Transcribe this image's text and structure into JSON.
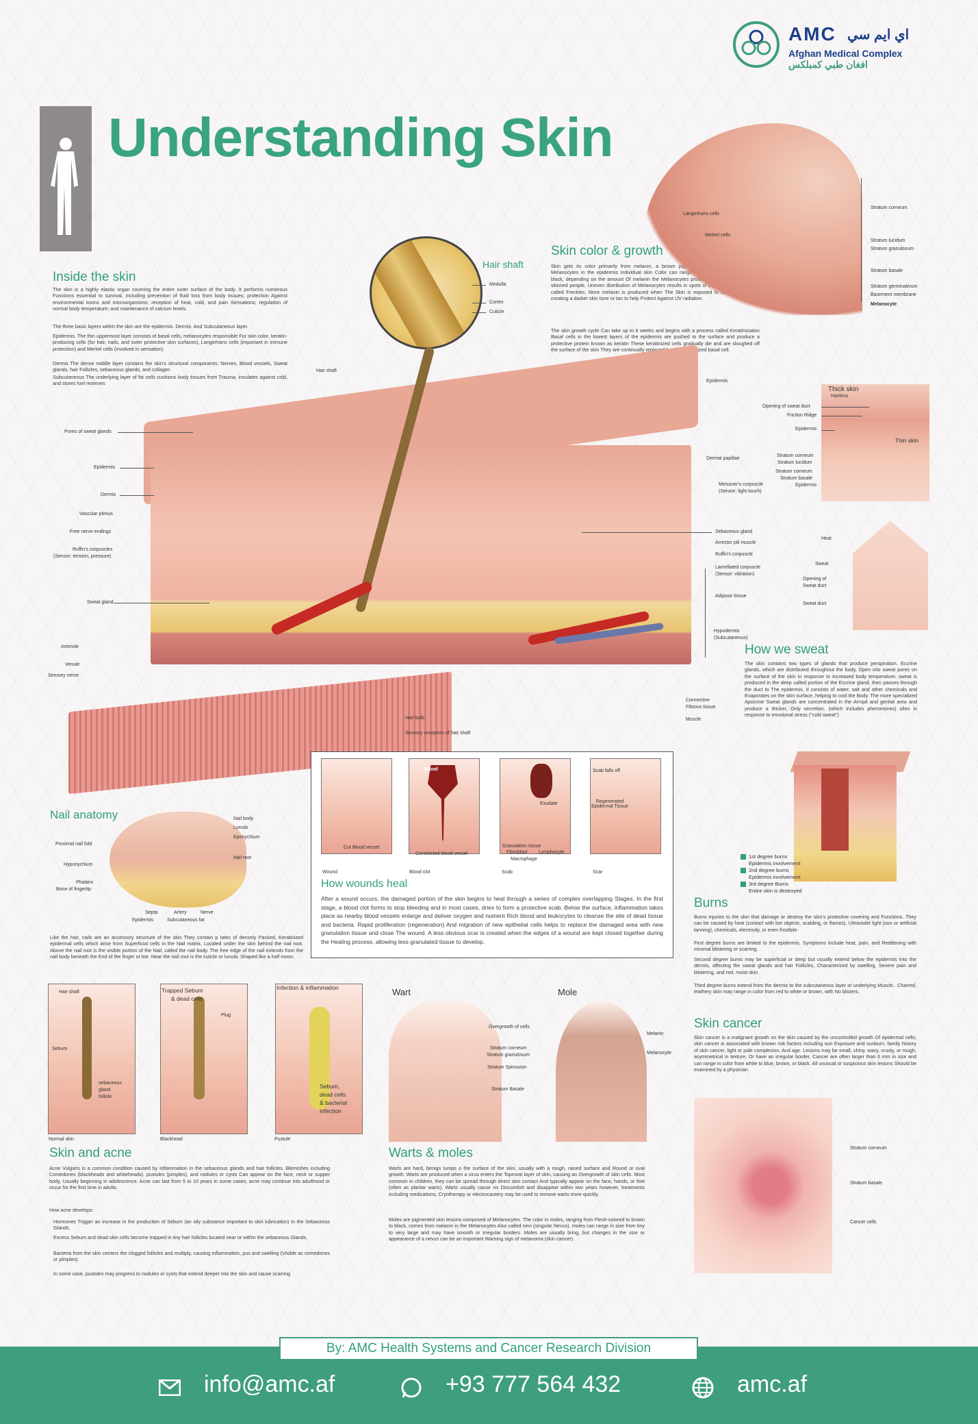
{
  "brand": {
    "name": "AMC",
    "arabic_name": "اي ايم سي",
    "full_name": "Afghan Medical Complex",
    "arabic_full": "افغان طبي كمبلكس",
    "colors": {
      "green": "#2f9f7b",
      "title": "#3aa37f",
      "navy": "#1b3f8a"
    }
  },
  "title": "Understanding Skin",
  "inside_skin": {
    "heading": "Inside the skin",
    "p1": "The skin is a highly elastic organ covering the entire outer surface of the body. It performs numerous Functions essential to survival, including prevention of fluid loss from body tissues; protection Against environmental toxins and microorganisms; reception of heat, cold, and pain Sensations; regulation of normal body temperature; and maintenance of calcium levels.",
    "p2": "The three basic layers within the skin are the epidermis. Dermis. And Subcutaneous layer.",
    "p3": "Epidermis. The thin uppermost layer consists of basal cells, melanocytes responsible For skin color, keratin-producing cells (for hair, nails, and outer protective skin surfaces), Langerhans cells (important in immune protection) and Merkel cells (involved in sensation).",
    "p4": "Dermis The dense middle layer contains the skin's structural components; Nerves, Blood vessels, Sweat glands, hair Follicles, sebaceous glands, and collagen",
    "p5": "Subcutaneous The underlying layer of fat cells cushions body tissues from Trauma, insulates against cold, and stores fuel reserves"
  },
  "hair_shaft": {
    "heading": "Hair shaft",
    "labels": [
      "Medulla",
      "Cortex",
      "Cuticle"
    ]
  },
  "skin_color": {
    "heading": "Skin color & growth",
    "p1": "Skin gets its color primarily from melanin, a brown pigment Produced by the Melanocytes in the epidermis individual skin Color can range from pale yellow to black, depending on the amount Of melanin the Melanocytes produce In some fair-skinned people, Uneven distribution of Melanocytes results in spots of pigmentations called Freckles. More melanin is produced when The Skin is exposed to sunlight, creating a darker skin tone or tan to help Protect Against UV radiation.",
    "p2": "The skin growth cycle Can take up to 6 weeks and begins with a process called Keratinization Basal cells in the lowest layers of the epidermis are pushed to the surface and produce a protective protein known as keratin These keratinized cells gradually die and are sloughed off the surface of the skin They are continually replaced by new keratinized basal cell."
  },
  "top_right_labels": [
    "Langerhans cells",
    "Merkel cells",
    "Stratum corneum",
    "Stratum lucidum",
    "Stratum granulosum",
    "Stratum basale",
    "Stratum germinativum",
    "Basement membrane",
    "Melanocyte"
  ],
  "main_labels_left": [
    "Hair shaft",
    "Pores of sweat glands",
    "Epidermis",
    "Dermis",
    "Vascular plexus",
    "Free nerve endings",
    "Ruffin's corpuscles",
    "(Sensor: tension, pressure)",
    "Sweat gland",
    "Arteriole",
    "Venule",
    "Sensory nerve"
  ],
  "main_labels_right": [
    "Epidermis",
    "Dermal papillae",
    "Meissner's corpuscle",
    "(Sensor: light touch)",
    "Sebaceous gland",
    "Arrector pili muscle",
    "Ruffin's corpuscle",
    "Lamellated corpuscle",
    "(Sensor: vibration)",
    "Adipose tissue",
    "Hypodermis",
    "(Subcutaneous)",
    "Connective",
    "Fibrous tissue",
    "Muscle"
  ],
  "main_labels_bottom": [
    "Hair bulb",
    "Sensory receptors of hair shaft"
  ],
  "thick_skin": {
    "title": "Thick skin",
    "subtitle": "Hairless",
    "thin": "Thin skin",
    "labels": [
      "Opening of sweat duct",
      "Friction Ridge",
      "Epidermis",
      "Stratum corneum",
      "Stratum lucidum",
      "Stratum corneum",
      "Stratum basale",
      "Epidermis"
    ]
  },
  "sweat": {
    "heading": "How we sweat",
    "labels": [
      "Heat",
      "Sweat",
      "Opening of",
      "Sweat duct",
      "Sweat duct"
    ],
    "p1": "The skin contains two types of glands that produce perspiration. Eccrine glands, which are distributed throughout the body, Open into sweat pores on the surface of the skin in response to increased body temperature, sweat is produced in the deep called portion of the Eccrine gland, then passes through the duct to The epidermis. It consists of water, salt and other chemicals and Evaporates on the skin surface, helping to cool the Body. The more specialized Apocrine Sweat glands are concentrated in the Armpit and genital area and produce a thicker, Only secretion, (which includes pheromones) olien in response to emotional stress (\"cold sweat\")"
  },
  "wounds": {
    "heading": "How wounds heal",
    "panels": [
      {
        "caption": "Wound",
        "label": "Cut Blood vessel"
      },
      {
        "caption": "Blood clot",
        "label": "Constricted blood vessel",
        "top": "Blood"
      },
      {
        "caption": "Scab",
        "label": "Granulation tissue",
        "extra": [
          "Fibroblast",
          "Lymphocyte",
          "Macrophage"
        ],
        "top": "Exudate"
      },
      {
        "caption": "Scar",
        "top": "Scab falls off",
        "label": "Regenerated Epidermal Tissue"
      }
    ],
    "p1": "After a wound occurs, the damaged portion of the skin begins to heal through a series of complex overlapping Stages. In the first stage, a blood clot forms to stop bleeding and in most cases, dries to form a protective scab. Below the surface, inflammation takes place as nearby blood vessels enlarge and deliver oxygen and nutrient Rich blood and leukocytes to cleanse the site of dead tissue and bacteria. Rapid proliferation (regeneration) And migration of new epithelial cells helps to replace the damaged area with new granulation tissue and close The wound. A less obvious scar is created when the edges of a wound are kept closed together during the Healing process, allowing less granulated tissue to develop."
  },
  "nail": {
    "heading": "Nail anatomy",
    "labels": [
      "Nail body",
      "Lunula",
      "Eponychium",
      "Nail root",
      "Proximal nail fold",
      "Hyponychium",
      "Phalanx",
      "Bone of fingertip",
      "Septa",
      "Epidermis",
      "Artery",
      "Subcutaneous fat",
      "Nerve"
    ],
    "p1": "Like the hair, nails are an accessory structure of the skin They contain p lates of densely Packed, Keratinized epidermal cells which arise from Superficial cells in the Nail matrix, Located under the skin behind the nail root. Above the nail root is the visible portion of the Nail, called the nail body. The free edge of the nail extends from the nail body beneath the End of the finger or toe. Near the nail root is the cuticle or lunula. Shaped like a half moon."
  },
  "burns": {
    "heading": "Burns",
    "legend": [
      {
        "title": "1st degree burns",
        "sub": "Epidermis involvement"
      },
      {
        "title": "2nd degree burns",
        "sub": "Epidermis involvement"
      },
      {
        "title": "3rd degree Burns",
        "sub": "Entire skin is destroyed"
      }
    ],
    "p1": "Burns injuries to the skin that damage or destroy the skin's protective covering and Functions. They can be caused by heat (contact with bot objects, scalding, or flames), Ultraviolet light (sun or artificial tanning), chemicals, electricity, or even frostbite",
    "p2": "First degree burns are limited to the epidermis. Symptoms include heat, pain, and Reddening with minimal blistering or scarring.",
    "p3": "Second degree burns may be superficial or deep but usually extend below the epidermis Into the dermis, affecting the sweat glands and hair Follicles, Characterized by swelling, Severe pain and blistering, and red, moist skin.",
    "p4": "Third degree burns extend from the dermis to the subcutaneous layer or underlying Muscle.. Charred, leathery skin may range in color from red to white or brown, with No blisters."
  },
  "acne": {
    "heading": "Skin and acne",
    "panels": [
      {
        "caption": "Normal skin",
        "labels": [
          "Hair shaft",
          "Sebum",
          "sebaceous",
          "gland",
          "follicle"
        ]
      },
      {
        "caption": "Blackhead",
        "labels": [
          "Trapped Sebum",
          "& dead cells",
          "Plug"
        ]
      },
      {
        "caption": "Pustule",
        "labels": [
          "Infection & inflammation",
          "Sebum,",
          "dead cells",
          "& bacterial",
          "infection"
        ]
      }
    ],
    "p1": "Acne Vulgaris is a common condition caused by inflammation in the sebaceous glands and hair follicles. Blemishes including Comedones (blackheads and whiteheads). pustules (pimples), and nodules or cysts Can appear on the face, neck or supper body, Usually beginning in adolescence. Acne can last from 5 to 10 years in some cases, acne may continue into adulthood or occur for the first time in adults.",
    "develops": "How acne develops:",
    "bullets": [
      "Hormones Trigger an increase in the production of Sebum (an oily substance important to skin lubrication) In the Sebaceous Glands.",
      "Excess Sebum and dead skin cells become trapped in tiny hair follicles located near or within the sebaceous Glands.",
      "Bacteria from the skin centers the clogged follicles and multiply, causing inflammation, pus and swelling (Visible as comedones or pimples).",
      "In some case, pustules may progress to nodules or cysts that extend deeper into the skin and cause scarring"
    ]
  },
  "warts": {
    "heading": "Warts & moles",
    "wart_title": "Wart",
    "mole_title": "Mole",
    "labels": [
      "Overgrowth of cells",
      "Stratum corneum",
      "Stratum granulosum",
      "Stratum Spinousm",
      "Stratum Basale",
      "Melanin",
      "Melanocyte"
    ],
    "p1": "Warts are hard, benign lumps o the surface of the skin, usually with a rough, raised surface and Round or oval growth. Warts are produced when a virus enters the Topmost layer of skin, causing an Overgrowth of skin cells. Most common in children, they can be spread through direct skin contact And typically appear on the face, hands, or feet (often as plantar warts). Warts usually cause no Discomfort and disappear within two years however, treatments including medications, Cryotherapy or electrocautery may be used to remove warts more quickly.",
    "p2": "Moles are pigmented skin lesions composed of Melanocytes. The color in moles, ranging from Flesh-colored to brown to black, comes from melanin in the Melanocytes Also called nevi (singular Nevus). moles can range in size from tiny to very large and may have smooth or irregular borders. Moles are usually bring, but changes in the size or appearance of a nevus can be an important Warning sign of melanoma (skin cancer)."
  },
  "cancer": {
    "heading": "Skin cancer",
    "p1": "Skin cancer is a malignant growth on the skin caused by the uncontrolled growth Of epidermal cells, skin cancer is associated with known risk factors including sun Exposure and sunburn, family history of skin cancer, light or pale complexion, And age. Lesions may be small, shiny, waxy, crusty, or rough, asymmetrical in texture, Or have an irregular border, Cancer are often larger than 6 mm in size and can range in color from white to blue, brown, or black. All unusual or suspicious skin lesions Should be examined by a physician.",
    "labels": [
      "Stratum corneum",
      "Stratum basale",
      "Cancer cells"
    ]
  },
  "footer": {
    "byline": "By: AMC Health Systems and Cancer Research Division",
    "email": "info@amc.af",
    "phone": "+93 777 564 432",
    "web": "amc.af"
  }
}
